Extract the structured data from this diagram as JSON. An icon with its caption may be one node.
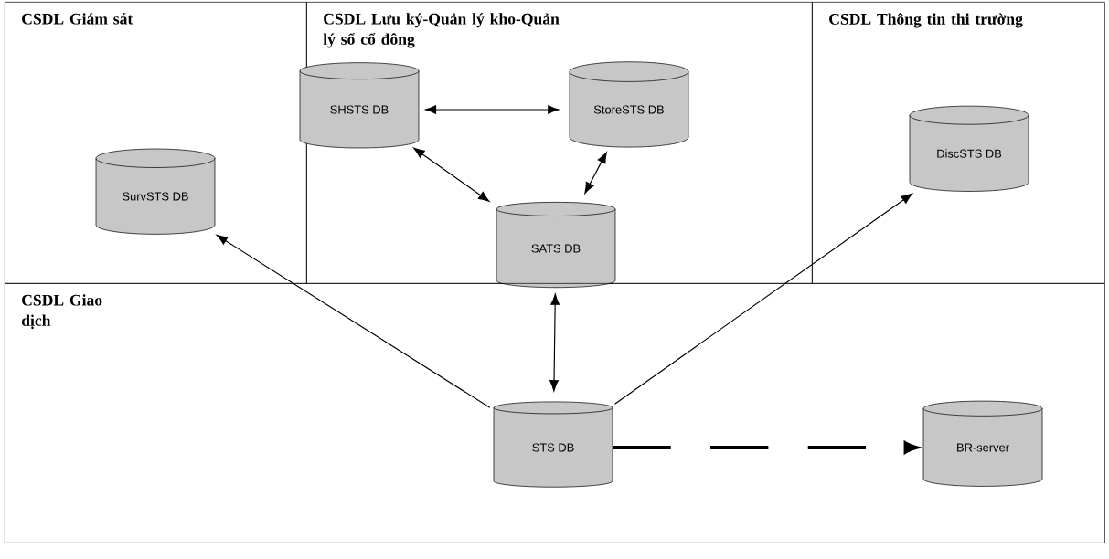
{
  "diagram": {
    "nodes": [
      {
        "text": [
          "CSDL Giám sát"
        ]
      },
      {
        "text": [
          "SurvSTS DB"
        ],
        "in": 0
      },
      {
        "text": [
          "CSDL Lưu ký-Quản lý kho-Quản lý sổ cổ đông"
        ]
      },
      {
        "text": [
          "SHSTS DB"
        ],
        "in": 2
      },
      {
        "text": [
          "StoreSTS DB"
        ],
        "in": 2
      },
      {
        "text": [
          "SATS DB"
        ],
        "in": 2
      },
      {
        "text": [
          "CSDL Thông tin thi trường"
        ]
      },
      {
        "text": [
          "DiscSTS DB"
        ],
        "in": 6
      },
      {
        "text": [
          "CSDL Giao dịch"
        ]
      },
      {
        "text": [
          "STS DB"
        ],
        "in": 8
      },
      {
        "text": [
          "BR-server"
        ],
        "in": 8
      }
    ],
    "edges": [
      {
        "from": 3,
        "to": 4,
        "arrow": "both"
      },
      {
        "from": 3,
        "to": 5,
        "arrow": "both"
      },
      {
        "from": 4,
        "to": 5,
        "arrow": "both"
      },
      {
        "from": 5,
        "to": 9,
        "arrow": "both"
      },
      {
        "from": 9,
        "to": 1,
        "arrow": "to"
      },
      {
        "from": 9,
        "to": 7,
        "arrow": "to"
      },
      {
        "from": 9,
        "to": 10,
        "arrow": "to",
        "style": "dashed"
      }
    ]
  }
}
